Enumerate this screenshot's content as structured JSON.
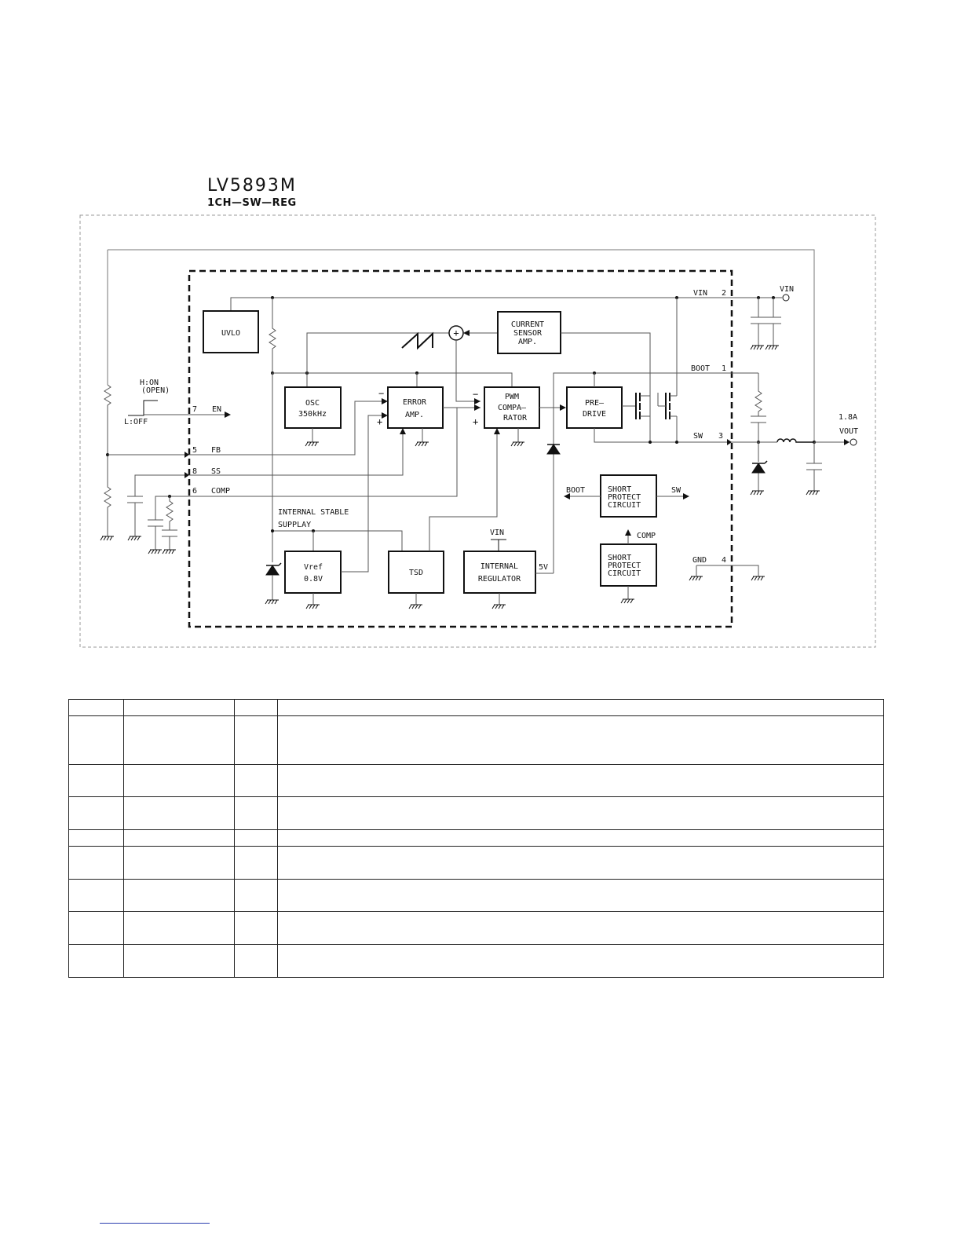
{
  "title": "LV5893M",
  "subtitle": "1CH—SW—REG",
  "pins": {
    "vin": {
      "number": "2",
      "label": "VIN"
    },
    "boot": {
      "number": "1",
      "label": "BOOT"
    },
    "sw": {
      "number": "3",
      "label": "SW"
    },
    "gnd": {
      "number": "4",
      "label": "GND"
    },
    "en": {
      "number": "7",
      "label": "EN"
    },
    "fb": {
      "number": "5",
      "label": "FB"
    },
    "ss": {
      "number": "8",
      "label": "SS"
    },
    "comp": {
      "number": "6",
      "label": "COMP"
    }
  },
  "external": {
    "vin_terminal": "VIN",
    "vout_current": "1.8A",
    "vout": "VOUT",
    "en_high": "H:ON",
    "en_open": "(OPEN)",
    "en_low": "L:OFF"
  },
  "blocks": {
    "uvlo": "UVLO",
    "osc": [
      "OSC",
      "350kHz"
    ],
    "error_amp": [
      "ERROR",
      "AMP."
    ],
    "pwm": [
      "PWM",
      "COMPA—",
      "RATOR"
    ],
    "pre_drive": [
      "PRE—",
      "DRIVE"
    ],
    "current_sensor": [
      "CURRENT",
      "SENSOR",
      "AMP."
    ],
    "short_protect_1": [
      "SHORT",
      "PROTECT",
      "CIRCUIT"
    ],
    "short_protect_2": [
      "SHORT",
      "PROTECT",
      "CIRCUIT"
    ],
    "vref": [
      "Vref",
      "0.8V"
    ],
    "tsd": "TSD",
    "internal_regulator": [
      "INTERNAL",
      "REGULATOR"
    ]
  },
  "labels": {
    "internal_stable": "INTERNAL STABLE",
    "supplay": "SUPPLAY",
    "reg_vin": "VIN",
    "reg_out": "5V",
    "sp_boot": "BOOT",
    "sp_sw": "SW",
    "sp_comp": "COMP",
    "minus": "−",
    "plus": "+"
  },
  "table": {
    "rows": [
      [
        "",
        "",
        "",
        ""
      ],
      [
        "",
        "",
        "",
        ""
      ],
      [
        "",
        "",
        "",
        ""
      ],
      [
        "",
        "",
        "",
        ""
      ],
      [
        "",
        "",
        "",
        ""
      ],
      [
        "",
        "",
        "",
        ""
      ],
      [
        "",
        "",
        "",
        ""
      ],
      [
        "",
        "",
        "",
        ""
      ],
      [
        "",
        "",
        "",
        ""
      ]
    ]
  }
}
